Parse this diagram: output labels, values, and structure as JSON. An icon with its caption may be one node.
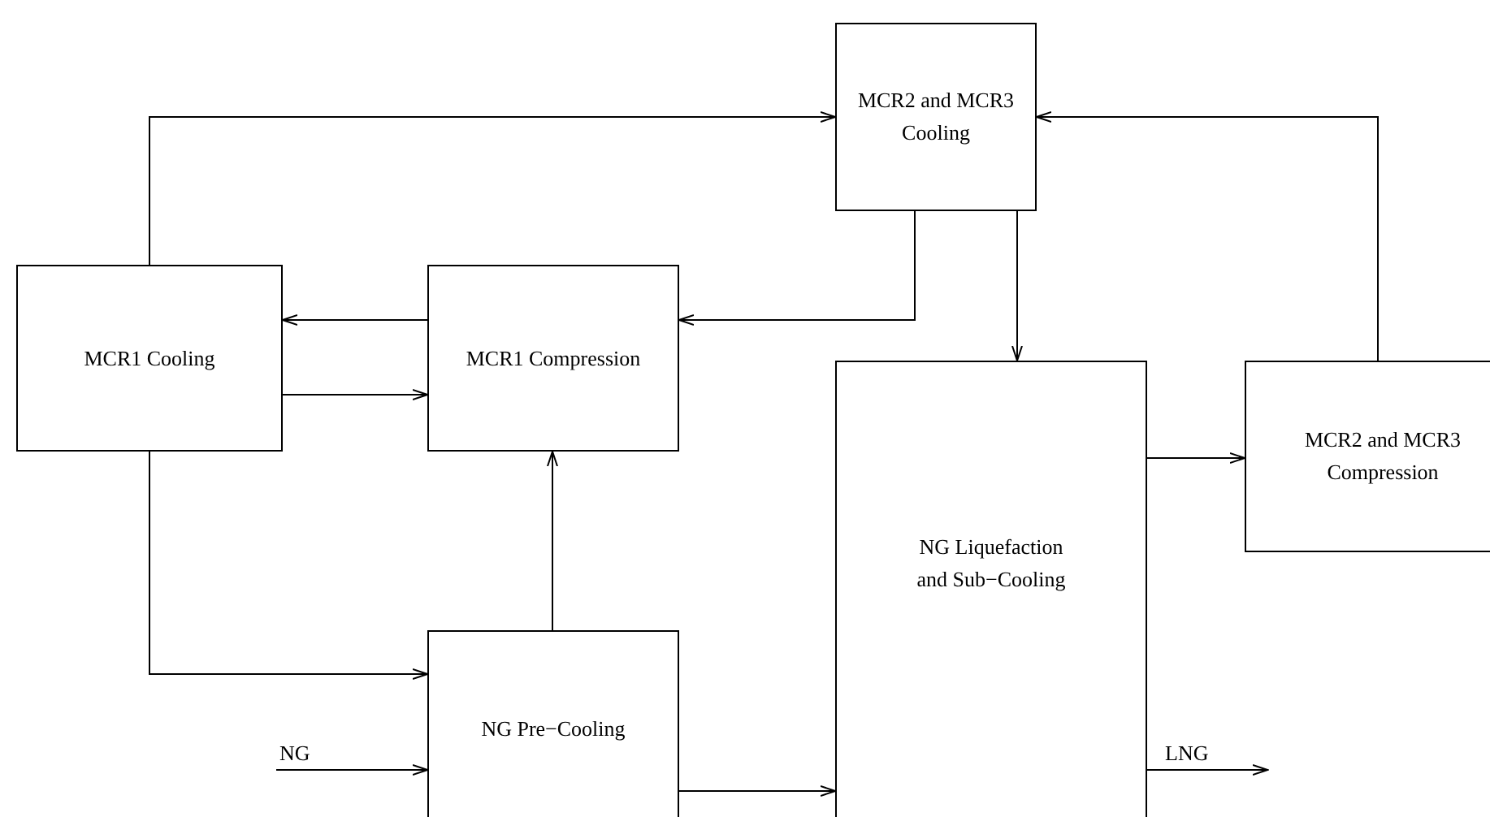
{
  "diagram": {
    "nodes": [
      {
        "text": [
          "MCR2 and MCR3 Cooling"
        ]
      },
      {
        "text": [
          "MCR1 Cooling"
        ]
      },
      {
        "text": [
          "MCR1 Compression"
        ]
      },
      {
        "text": [
          "NG Liquefaction and Sub−Cooling"
        ]
      },
      {
        "text": [
          "MCR2 and MCR3 Compression"
        ]
      },
      {
        "text": [
          "NG Pre−Cooling"
        ]
      }
    ],
    "edges": [
      {
        "from": 1,
        "to": 0,
        "arrow": "to"
      },
      {
        "from": 0,
        "to": 2,
        "arrow": "to"
      },
      {
        "from": 2,
        "to": 1,
        "arrow": "to"
      },
      {
        "from": 1,
        "to": 2,
        "arrow": "to"
      },
      {
        "from": 0,
        "to": 3,
        "arrow": "to"
      },
      {
        "from": 4,
        "to": 0,
        "arrow": "to"
      },
      {
        "from": 3,
        "to": 4,
        "arrow": "to"
      },
      {
        "from": 1,
        "to": 5,
        "arrow": "to"
      },
      {
        "from": 5,
        "to": 2,
        "arrow": "to"
      },
      {
        "from": null,
        "to": 5,
        "arrow": "to",
        "label": "NG"
      },
      {
        "from": 5,
        "to": 3,
        "arrow": "to"
      },
      {
        "from": 3,
        "to": null,
        "arrow": "to",
        "label": "LNG"
      }
    ]
  }
}
